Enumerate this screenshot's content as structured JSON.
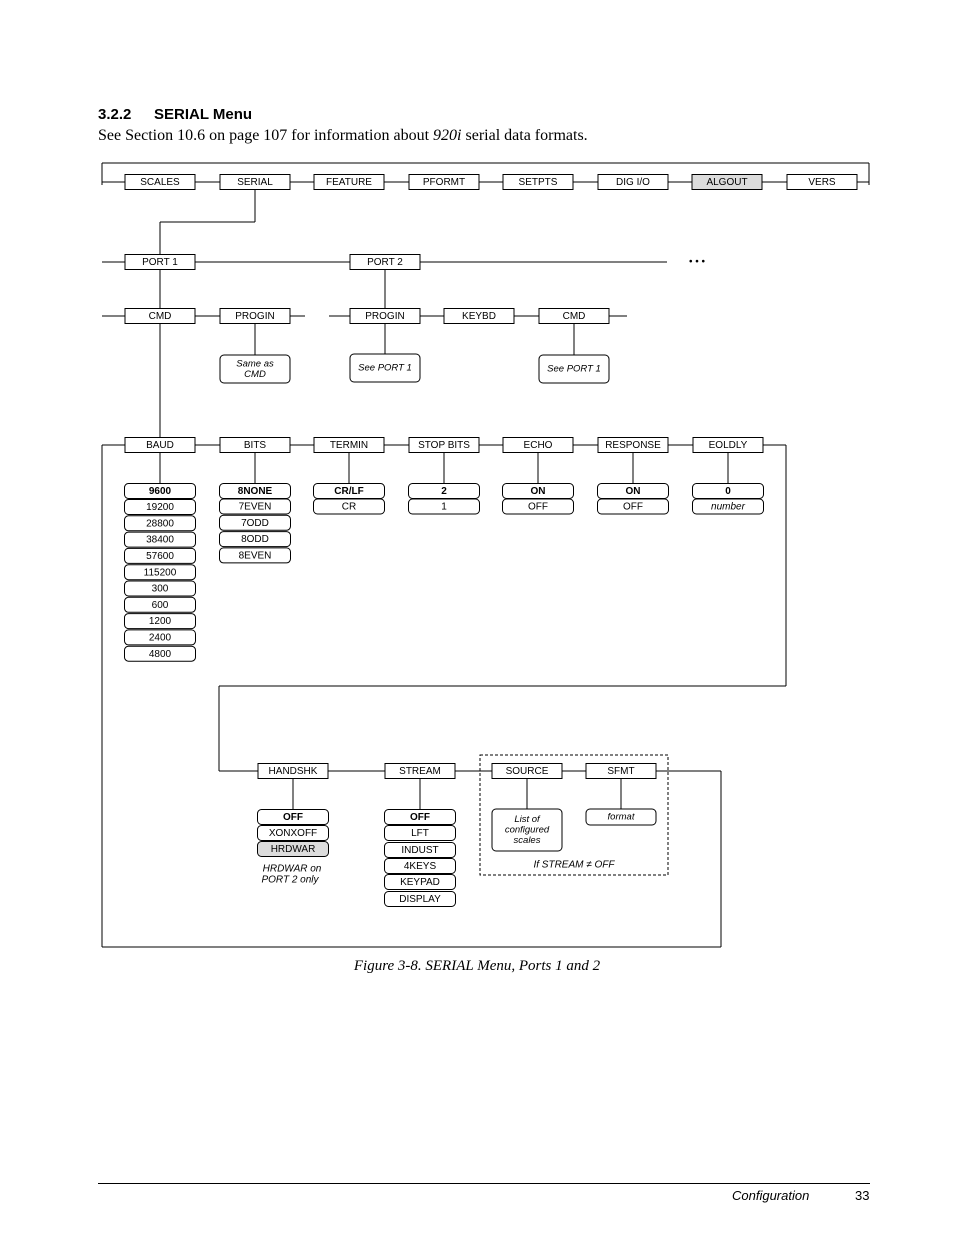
{
  "section": {
    "number": "3.2.2",
    "title": "SERIAL Menu"
  },
  "intro": {
    "before": "See Section 10.6 on page 107 for information about ",
    "emph": "920i",
    "after": " serial data formats."
  },
  "top_menu": [
    "SCALES",
    "SERIAL",
    "FEATURE",
    "PFORMT",
    "SETPTS",
    "DIG I/O",
    "ALGOUT",
    "VERS"
  ],
  "ports": [
    "PORT 1",
    "PORT 2"
  ],
  "ellipsis": "• • •",
  "port1_items": [
    "CMD",
    "PROGIN"
  ],
  "port1_progin_note": [
    "Same as",
    "CMD"
  ],
  "port2_items": [
    "PROGIN",
    "KEYBD",
    "CMD"
  ],
  "port2_notes": [
    "See PORT 1",
    "See PORT 1"
  ],
  "params": [
    {
      "label": "BAUD",
      "options": [
        "9600",
        "19200",
        "28800",
        "38400",
        "57600",
        "115200",
        "300",
        "600",
        "1200",
        "2400",
        "4800"
      ]
    },
    {
      "label": "BITS",
      "options": [
        "8NONE",
        "7EVEN",
        "7ODD",
        "8ODD",
        "8EVEN"
      ]
    },
    {
      "label": "TERMIN",
      "options": [
        "CR/LF",
        "CR"
      ]
    },
    {
      "label": "STOP BITS",
      "options": [
        "2",
        "1"
      ]
    },
    {
      "label": "ECHO",
      "options": [
        "ON",
        "OFF"
      ]
    },
    {
      "label": "RESPONSE",
      "options": [
        "ON",
        "OFF"
      ]
    },
    {
      "label": "EOLDLY",
      "options": [
        "0",
        "number"
      ]
    }
  ],
  "lower_params": [
    {
      "label": "HANDSHK",
      "options": [
        "OFF",
        "XONXOFF",
        "HRDWAR"
      ]
    },
    {
      "label": "STREAM",
      "options": [
        "OFF",
        "LFT",
        "INDUST",
        "4KEYS",
        "KEYPAD",
        "DISPLAY"
      ]
    },
    {
      "label": "SOURCE",
      "options": []
    },
    {
      "label": "SFMT",
      "options": []
    }
  ],
  "handshk_note": [
    "HRDWAR on",
    "PORT 2 only"
  ],
  "source_note": [
    "List of",
    "configured",
    "scales"
  ],
  "sfmt_note": "format",
  "stream_condition": "If STREAM ≠ OFF",
  "caption": "Figure 3-8. SERIAL Menu, Ports 1 and 2",
  "footer": {
    "label": "Configuration",
    "page": "33"
  },
  "colors": {
    "highlight": "#dcdcdc",
    "line": "#000000"
  }
}
